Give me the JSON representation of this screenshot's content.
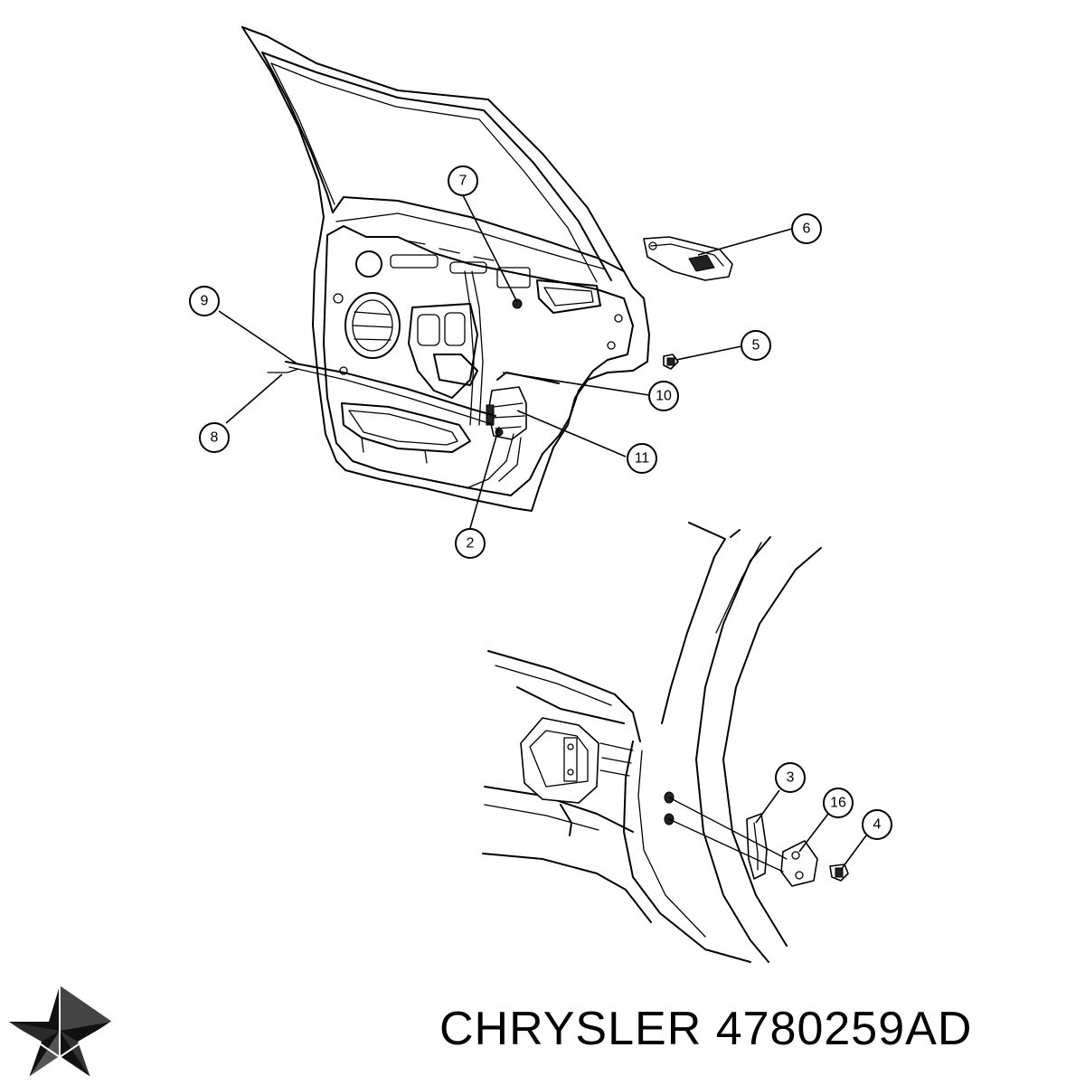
{
  "callouts": [
    {
      "label": "7"
    },
    {
      "label": "6"
    },
    {
      "label": "9"
    },
    {
      "label": "5"
    },
    {
      "label": "10"
    },
    {
      "label": "8"
    },
    {
      "label": "11"
    },
    {
      "label": "2"
    },
    {
      "label": "3"
    },
    {
      "label": "16"
    },
    {
      "label": "4"
    }
  ],
  "caption": {
    "brand": "CHRYSLER",
    "part_number": "4780259AD"
  },
  "icons": {
    "logo": "chrysler-pentastar-logo-icon"
  },
  "colors": {
    "line": "#000000",
    "background": "#ffffff"
  }
}
